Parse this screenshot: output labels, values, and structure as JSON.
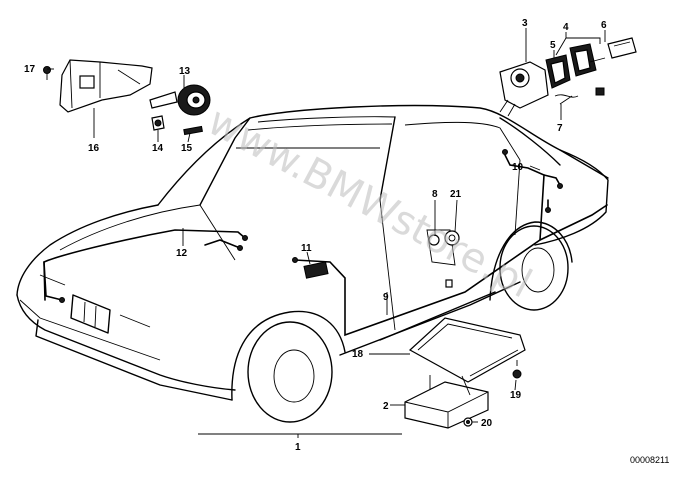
{
  "diagram": {
    "watermark": "www.BMWstore.pl",
    "reference_number": "00008211",
    "callouts": [
      {
        "id": "c1",
        "number": "1"
      },
      {
        "id": "c2",
        "number": "2"
      },
      {
        "id": "c3",
        "number": "3"
      },
      {
        "id": "c4",
        "number": "4"
      },
      {
        "id": "c5",
        "number": "5"
      },
      {
        "id": "c6",
        "number": "6"
      },
      {
        "id": "c7",
        "number": "7"
      },
      {
        "id": "c8",
        "number": "8"
      },
      {
        "id": "c9",
        "number": "9"
      },
      {
        "id": "c10",
        "number": "10"
      },
      {
        "id": "c11",
        "number": "11"
      },
      {
        "id": "c12",
        "number": "12"
      },
      {
        "id": "c13",
        "number": "13"
      },
      {
        "id": "c14",
        "number": "14"
      },
      {
        "id": "c15",
        "number": "15"
      },
      {
        "id": "c16",
        "number": "16"
      },
      {
        "id": "c17",
        "number": "17"
      },
      {
        "id": "c18",
        "number": "18"
      },
      {
        "id": "c19",
        "number": "19"
      },
      {
        "id": "c20",
        "number": "20"
      },
      {
        "id": "c21",
        "number": "21"
      }
    ]
  }
}
